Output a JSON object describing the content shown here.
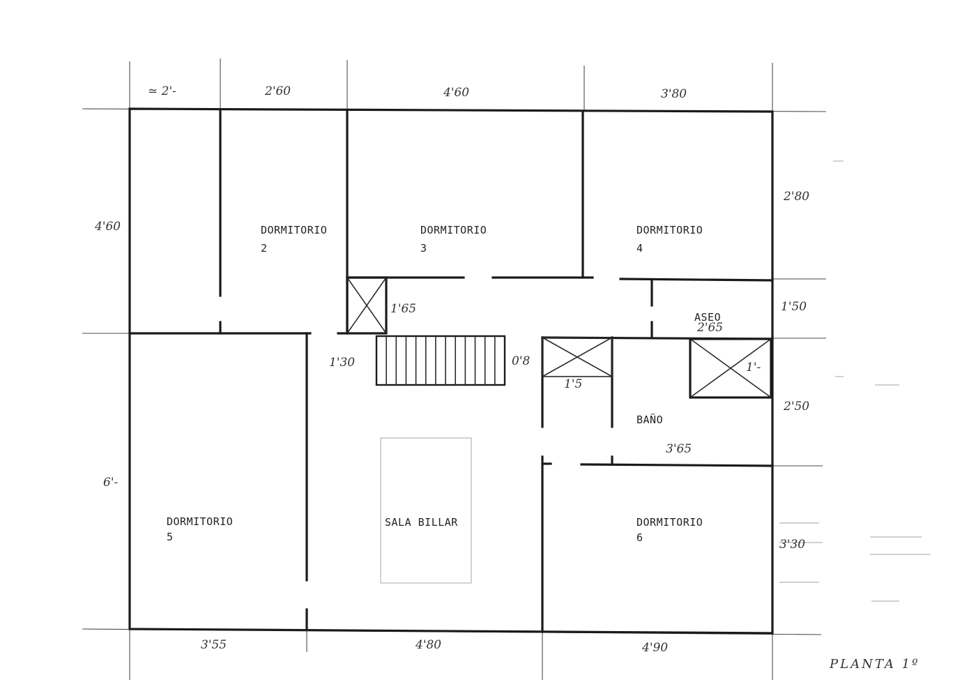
{
  "rooms": {
    "dorm2": {
      "name": "DORMITORIO",
      "number": "2"
    },
    "dorm3": {
      "name": "DORMITORIO",
      "number": "3"
    },
    "dorm4": {
      "name": "DORMITORIO",
      "number": "4"
    },
    "dorm5": {
      "name": "DORMITORIO",
      "number": "5"
    },
    "dorm6": {
      "name": "DORMITORIO",
      "number": "6"
    },
    "aseo": "ASEO",
    "bano": "BAÑO",
    "sala": "SALA BILLAR"
  },
  "dimensions": {
    "top": [
      "≃ 2'-",
      "2'60",
      "4'60",
      "3'80"
    ],
    "left": [
      "4'60",
      "6'-"
    ],
    "right": [
      "2'80",
      "1'50",
      "2'50",
      "3'30"
    ],
    "bottom": [
      "3'55",
      "4'80",
      "4'90"
    ],
    "interior": {
      "stair_shaft": "1'65",
      "hall_left": "1'30",
      "hall_right": "0'8",
      "shaft_small": "1'5",
      "aseo_width": "2'65",
      "shaft_right": "1'-",
      "bano_width": "3'65"
    }
  },
  "title": "PLANTA 1º"
}
